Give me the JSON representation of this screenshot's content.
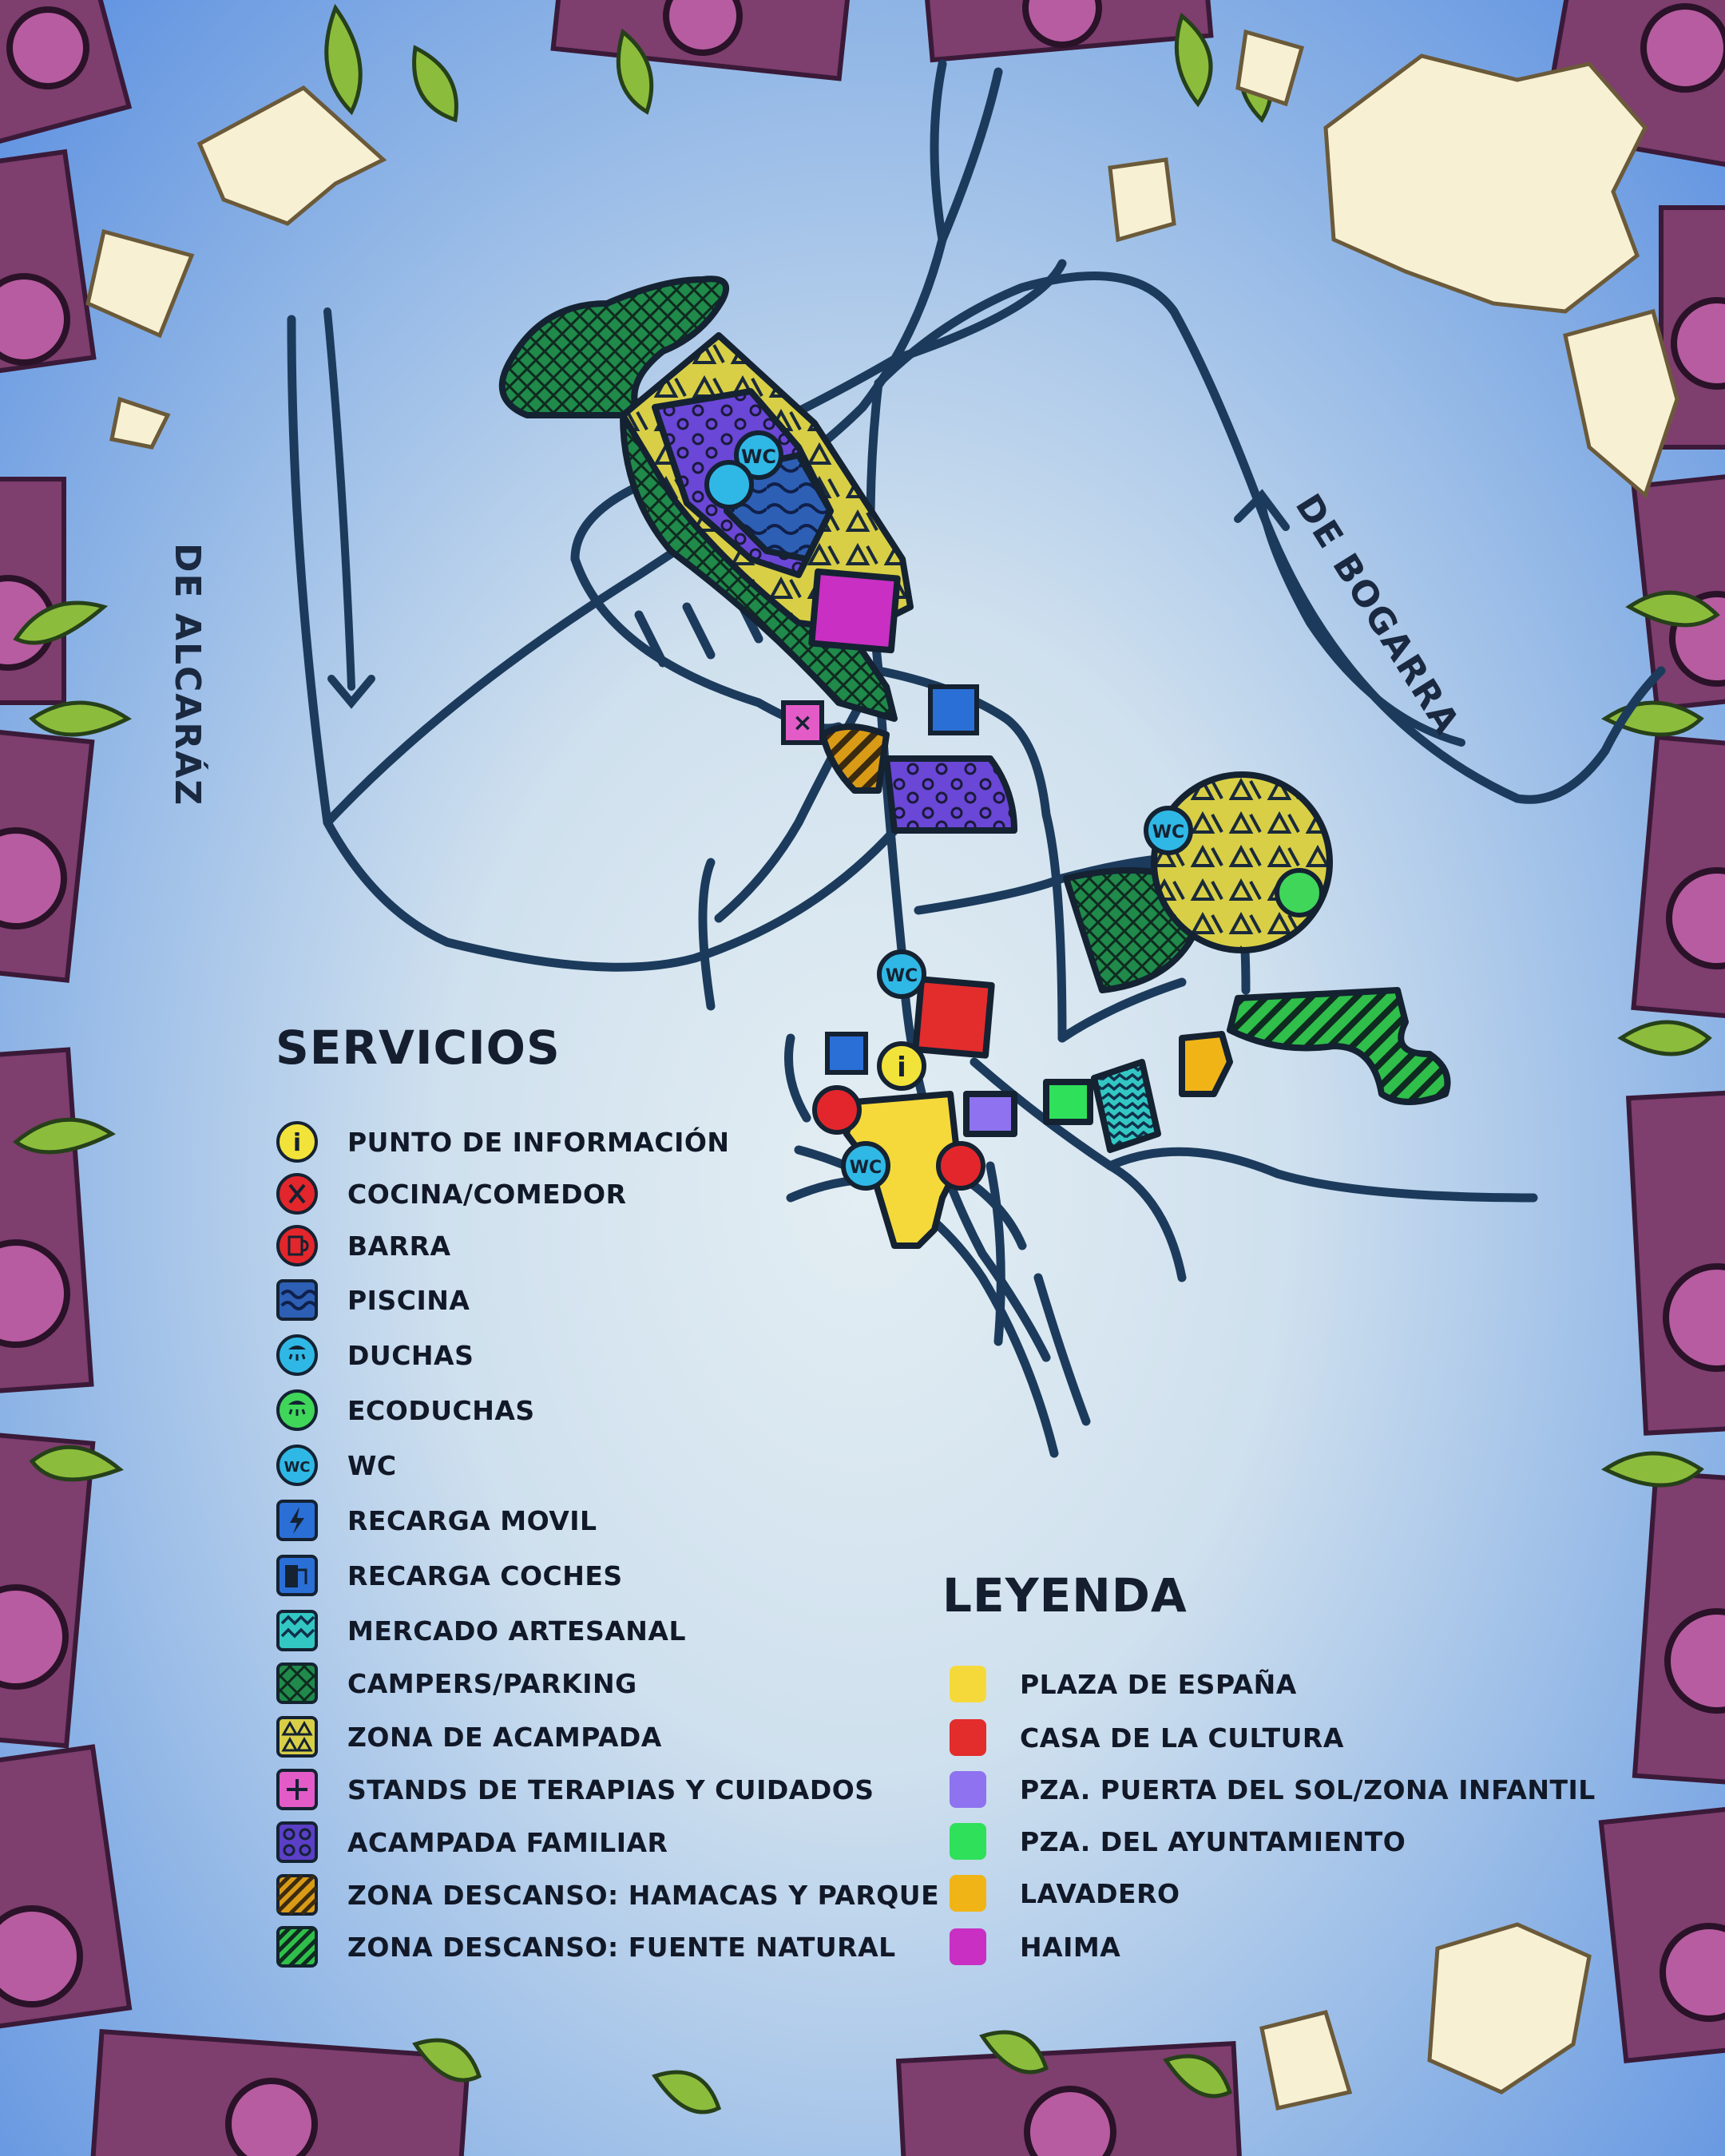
{
  "roads": {
    "alcaraz": "DE ALCARÁZ",
    "bogarra": "DE BOGARRA"
  },
  "servicios": {
    "title": "SERVICIOS",
    "items": [
      {
        "label": "PUNTO DE INFORMACIÓN",
        "icon": "info-icon",
        "color": "#f2e33a"
      },
      {
        "label": "COCINA/COMEDOR",
        "icon": "cutlery-icon",
        "color": "#e3262b"
      },
      {
        "label": "BARRA",
        "icon": "beer-mug-icon",
        "color": "#e3262b"
      },
      {
        "label": "PISCINA",
        "icon": "waves-icon",
        "color": "#2d5fb5"
      },
      {
        "label": "DUCHAS",
        "icon": "shower-icon",
        "color": "#2fb8e6"
      },
      {
        "label": "ECODUCHAS",
        "icon": "eco-shower-icon",
        "color": "#3fd65a"
      },
      {
        "label": "WC",
        "icon": "wc-icon",
        "color": "#2fb8e6"
      },
      {
        "label": "RECARGA MOVIL",
        "icon": "lightning-icon",
        "color": "#2a6fd6"
      },
      {
        "label": "RECARGA COCHES",
        "icon": "car-charge-icon",
        "color": "#2a6fd6"
      },
      {
        "label": "MERCADO ARTESANAL",
        "icon": "zigzag-pattern-icon",
        "color": "#33c7c4"
      },
      {
        "label": "CAMPERS/PARKING",
        "icon": "crosshatch-pattern-icon",
        "color": "#1f8a4a"
      },
      {
        "label": "ZONA DE ACAMPADA",
        "icon": "triangle-pattern-icon",
        "color": "#d8cf47"
      },
      {
        "label": "STANDS DE TERAPIAS Y CUIDADOS",
        "icon": "plus-icon",
        "color": "#e35bc7"
      },
      {
        "label": "ACAMPADA FAMILIAR",
        "icon": "circle-pattern-icon",
        "color": "#5b3fc7"
      },
      {
        "label": "ZONA DESCANSO: HAMACAS Y PARQUE",
        "icon": "stripe-pattern-icon",
        "color": "#d99a16"
      },
      {
        "label": "ZONA DESCANSO: FUENTE NATURAL",
        "icon": "stripe-pattern-green-icon",
        "color": "#2fbf4a"
      }
    ]
  },
  "leyenda": {
    "title": "LEYENDA",
    "items": [
      {
        "label": "PLAZA DE ESPAÑA",
        "color": "#f5d93a"
      },
      {
        "label": "CASA DE LA CULTURA",
        "color": "#e32c2c"
      },
      {
        "label": "PZA. PUERTA DEL SOL/ZONA INFANTIL",
        "color": "#8e72f0"
      },
      {
        "label": "PZA. DEL AYUNTAMIENTO",
        "color": "#2fe05a"
      },
      {
        "label": "LAVADERO",
        "color": "#f0b417"
      },
      {
        "label": "HAIMA",
        "color": "#c82fc2"
      }
    ]
  },
  "map_markers": {
    "wc": "WC",
    "info": "i"
  }
}
